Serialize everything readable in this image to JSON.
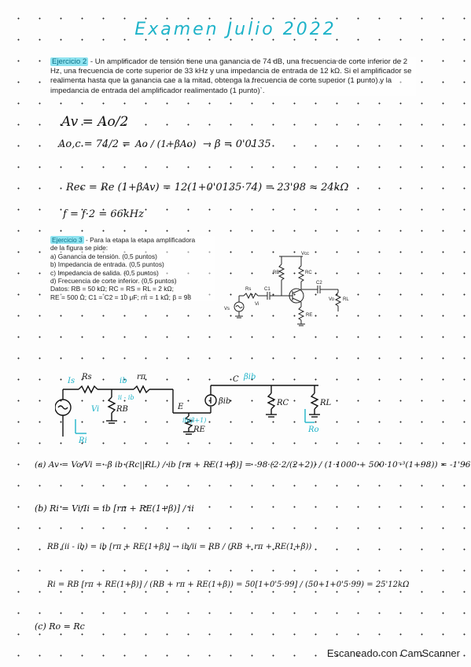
{
  "title": "Examen Julio 2022",
  "ex2": {
    "tag": "Ejercicio 2",
    "text": " - Un amplificador de tensión tiene una ganancia de 74 dB, una frecuencia de corte inferior de 2 Hz, una frecuencia de corte superior de 33 kHz y una impedancia de entrada de 12 kΩ. Si el amplificador se realimenta hasta que la ganancia cae a la mitad, obtenga la frecuencia de corte superior (1 punto) y la impedancia de entrada del amplificador realimentado (1 punto)`."
  },
  "ex2_work": {
    "l1": "Av = Ao/2",
    "l2a": "Ao,c = 74/2 =",
    "l2b": "Ao / (1+βAo)",
    "l2c": "→ β = 0'0135",
    "l3": "Rec = Re (1+βAv) = 12(1+0'0135·74) = 23'98 ≈ 24kΩ",
    "l4": "f = f·2 = 66kHz"
  },
  "ex3": {
    "tag": "Ejercicio 3",
    "lines": [
      " - Para la etapa la etapa amplificadora",
      "de la figura se pide:",
      "a) Ganancia de  tensión. (0,5 puntos)",
      "b) Impedancia de entrada. (0,5 puntos)",
      "c) Impedancia de salida. (0,5 puntos)",
      "d) Frecuencia de corte inferior. (0,5 puntos)",
      "Datos:  RB  =  50  kΩ;  RC  =  RS  =  RL  =  2  kΩ;",
      "RE = 500 Ω; C1 = C2 = 10 μF; rπ = 1 kΩ; β = 98"
    ]
  },
  "circuit_labels": {
    "vcc": "Vcc",
    "rb": "RB",
    "rc": "RC",
    "c2": "C2",
    "rs": "Rs",
    "c1": "C1",
    "vi": "Vi",
    "vs": "Vs",
    "vo": "Vo",
    "rl": "RL",
    "re": "RE"
  },
  "small_signal": {
    "is": "Is",
    "rs": "Rs",
    "ib": "ib",
    "rpi": "rπ",
    "c": "C",
    "bib_top": "βib",
    "ii_ib": "ii - ib",
    "vs": "Vs",
    "vi": "Vi",
    "rb": "RB",
    "e": "E",
    "ib_b1": "ib(β+1)",
    "re": "RE",
    "bib": "βib",
    "rc": "RC",
    "rl": "RL",
    "ri": "Ri",
    "ro": "Ro"
  },
  "work": {
    "a": "(a)  Av = Vo/Vi = -β ib (Rc||RL) / ib [rπ + RE(1+β)]  =  -98·(2·2/(2+2)) / (1·1000 + 500·10⁻³(1+98))  = -1'96",
    "b": "(b)  Ri = Vi/Ii = ib [rπ + RE(1+β)] / ii",
    "c": "RB (ii - ib) = ib [rπ + RE(1+β)]  →  ib/ii = RB / (RB + rπ + RE(1+β))",
    "d": "Ri = RB [rπ + RE(1+β)] / (RB + rπ + RE(1+β))  =  50[1+0'5·99] / (50+1+0'5·99)  = 25'12kΩ",
    "e": "(c)  Ro = Rc"
  },
  "scanner": "Escaneado con CamScanner"
}
